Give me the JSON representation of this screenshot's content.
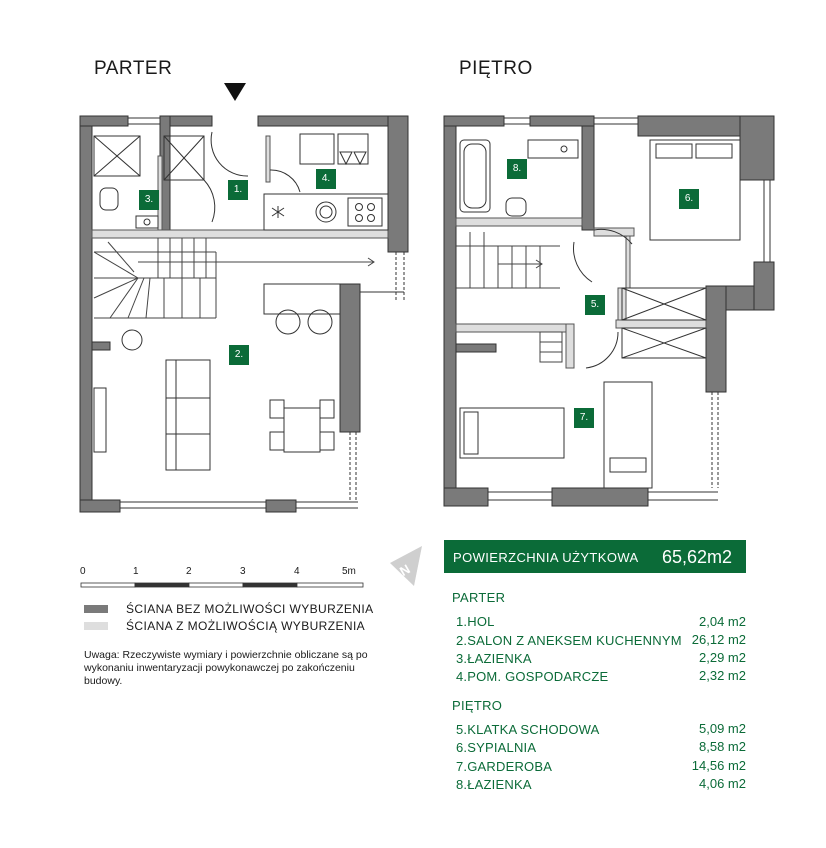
{
  "floors": {
    "ground_title": "PARTER",
    "upper_title": "PIĘTRO"
  },
  "room_badges": [
    "1.",
    "2.",
    "3.",
    "4.",
    "5.",
    "6.",
    "7.",
    "8."
  ],
  "scale": {
    "ticks": [
      "0",
      "1",
      "2",
      "3",
      "4",
      "5m"
    ]
  },
  "legend": {
    "load_bearing": "ŚCIANA BEZ MOŻLIWOŚCI WYBURZENIA",
    "removable": "ŚCIANA Z MOŻLIWOŚCIĄ WYBURZENIA",
    "load_bearing_color": "#7a7a7a",
    "removable_color": "#dedede"
  },
  "note": "Uwaga: Rzeczywiste wymiary i powierzchnie obliczane są po wykonaniu inwentaryzacji powykonawczej po zakończeniu budowy.",
  "compass": {
    "label": "N"
  },
  "summary": {
    "label": "POWIERZCHNIA UŻYTKOWA",
    "value": "65,62m2",
    "accent_color": "#0b6b38"
  },
  "ground_floor": {
    "header": "PARTER",
    "rooms": [
      {
        "name": "1.HOL",
        "area": "2,04 m2"
      },
      {
        "name": "2.SALON Z ANEKSEM KUCHENNYM",
        "area": "26,12 m2"
      },
      {
        "name": "3.ŁAZIENKA",
        "area": "2,29 m2"
      },
      {
        "name": "4.POM. GOSPODARCZE",
        "area": "2,32 m2"
      }
    ]
  },
  "upper_floor": {
    "header": "PIĘTRO",
    "rooms": [
      {
        "name": "5.KLATKA SCHODOWA",
        "area": "5,09 m2"
      },
      {
        "name": "6.SYPIALNIA",
        "area": "8,58 m2"
      },
      {
        "name": "7.GARDEROBA",
        "area": "14,56 m2"
      },
      {
        "name": "8.ŁAZIENKA",
        "area": "4,06 m2"
      }
    ]
  }
}
